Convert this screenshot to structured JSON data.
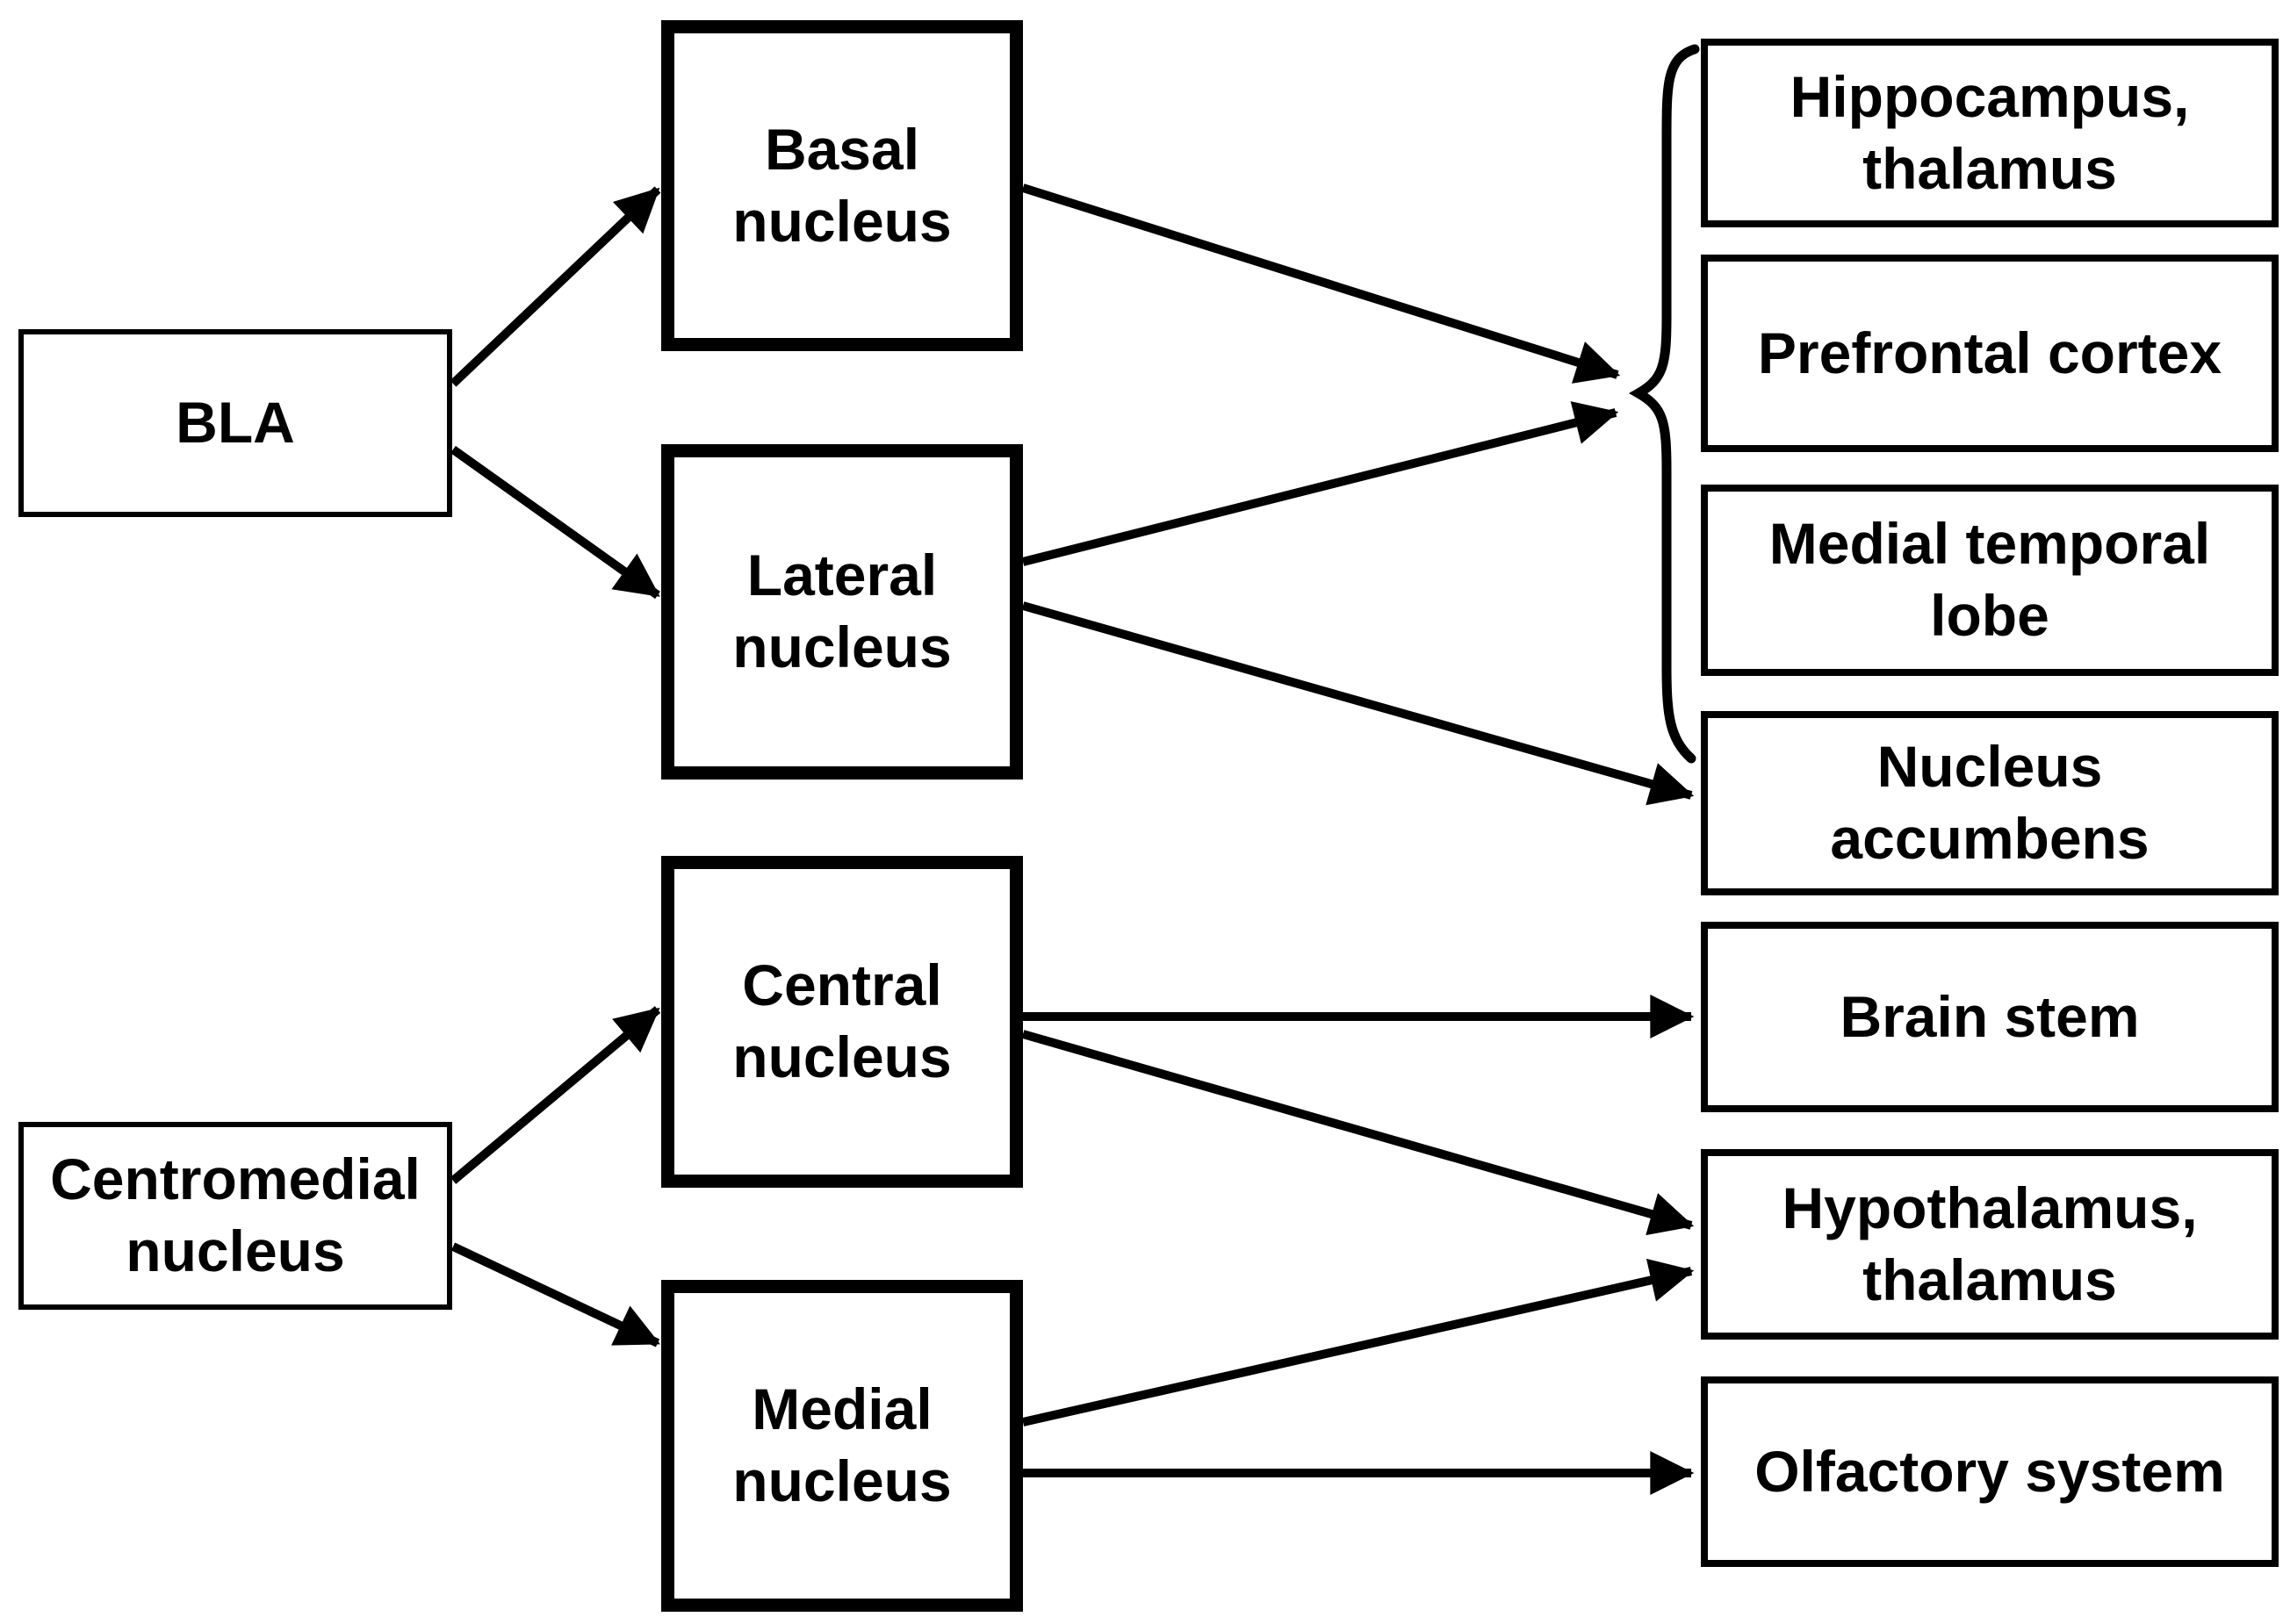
{
  "figure": {
    "background_color": "#ffffff",
    "line_color": "#000000",
    "text_color": "#000000"
  },
  "nodes": {
    "bla": {
      "label": "BLA"
    },
    "centromedial": {
      "label": "Centromedial\nnucleus"
    },
    "basal": {
      "label": "Basal\nnucleus"
    },
    "lateral": {
      "label": "Lateral\nnucleus"
    },
    "central": {
      "label": "Central\nnucleus"
    },
    "medial": {
      "label": "Medial\nnucleus"
    },
    "hippocampus_thalamus": {
      "label": "Hippocampus,\nthalamus"
    },
    "prefrontal_cortex": {
      "label": "Prefrontal cortex"
    },
    "medial_temporal_lobe": {
      "label": "Medial temporal\nlobe"
    },
    "nucleus_accumbens": {
      "label": "Nucleus\naccumbens"
    },
    "brain_stem": {
      "label": "Brain stem"
    },
    "hypothalamus_thalamus": {
      "label": "Hypothalamus,\nthalamus"
    },
    "olfactory_system": {
      "label": "Olfactory system"
    }
  },
  "edges": [
    {
      "from": "bla",
      "to": "basal"
    },
    {
      "from": "bla",
      "to": "lateral"
    },
    {
      "from": "basal",
      "to": "brace_group"
    },
    {
      "from": "lateral",
      "to": "brace_group"
    },
    {
      "from": "lateral",
      "to": "nucleus_accumbens"
    },
    {
      "from": "centromedial",
      "to": "central"
    },
    {
      "from": "centromedial",
      "to": "medial"
    },
    {
      "from": "central",
      "to": "brain_stem"
    },
    {
      "from": "central",
      "to": "hypothalamus_thalamus"
    },
    {
      "from": "medial",
      "to": "hypothalamus_thalamus"
    },
    {
      "from": "medial",
      "to": "olfactory_system"
    }
  ],
  "brace_group": {
    "targets": [
      "hippocampus_thalamus",
      "prefrontal_cortex",
      "medial_temporal_lobe"
    ]
  }
}
